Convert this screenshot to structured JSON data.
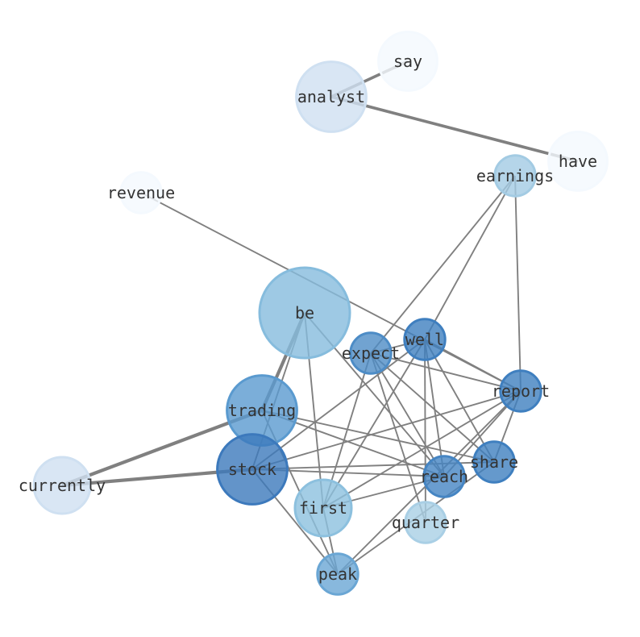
{
  "title": "Word co-occurrence network",
  "nodes": [
    {
      "id": "say",
      "label": "say",
      "color": "#f4f9fe",
      "size": 1.3
    },
    {
      "id": "analyst",
      "label": "analyst",
      "color": "#cfe0f1",
      "size": 1.55
    },
    {
      "id": "have",
      "label": "have",
      "color": "#f4f9fe",
      "size": 1.3
    },
    {
      "id": "earnings",
      "label": "earnings",
      "color": "#a3cbe3",
      "size": 0.9
    },
    {
      "id": "revenue",
      "label": "revenue",
      "color": "#f4f9fe",
      "size": 0.9
    },
    {
      "id": "be",
      "label": "be",
      "color": "#86bcdd",
      "size": 2.0
    },
    {
      "id": "expect",
      "label": "expect",
      "color": "#4d8cc6",
      "size": 0.9
    },
    {
      "id": "well",
      "label": "well",
      "color": "#3f7fbf",
      "size": 0.9
    },
    {
      "id": "report",
      "label": "report",
      "color": "#3f7fbf",
      "size": 0.9
    },
    {
      "id": "trading",
      "label": "trading",
      "color": "#5a9acf",
      "size": 1.55
    },
    {
      "id": "share",
      "label": "share",
      "color": "#3f7fbf",
      "size": 0.9
    },
    {
      "id": "stock",
      "label": "stock",
      "color": "#3c79bc",
      "size": 1.55
    },
    {
      "id": "reach",
      "label": "reach",
      "color": "#4585c3",
      "size": 0.9
    },
    {
      "id": "currently",
      "label": "currently",
      "color": "#cfe0f1",
      "size": 1.25
    },
    {
      "id": "first",
      "label": "first",
      "color": "#8cc0de",
      "size": 1.25
    },
    {
      "id": "quarter",
      "label": "quarter",
      "color": "#a9cfe5",
      "size": 0.9
    },
    {
      "id": "peak",
      "label": "peak",
      "color": "#6aa6d4",
      "size": 0.9
    }
  ],
  "edges": [
    [
      "analyst",
      "say",
      3
    ],
    [
      "analyst",
      "have",
      3
    ],
    [
      "revenue",
      "report",
      1
    ],
    [
      "earnings",
      "expect",
      1
    ],
    [
      "earnings",
      "well",
      1
    ],
    [
      "earnings",
      "report",
      1
    ],
    [
      "be",
      "trading",
      3.5
    ],
    [
      "be",
      "stock",
      1
    ],
    [
      "be",
      "first",
      1
    ],
    [
      "be",
      "reach",
      1
    ],
    [
      "currently",
      "trading",
      3.5
    ],
    [
      "currently",
      "stock",
      3.5
    ],
    [
      "trading",
      "share",
      1
    ],
    [
      "trading",
      "reach",
      1
    ],
    [
      "trading",
      "peak",
      1
    ],
    [
      "stock",
      "well",
      1
    ],
    [
      "stock",
      "report",
      1
    ],
    [
      "stock",
      "share",
      1
    ],
    [
      "stock",
      "reach",
      1
    ],
    [
      "stock",
      "peak",
      1
    ],
    [
      "expect",
      "first",
      1
    ],
    [
      "expect",
      "reach",
      1
    ],
    [
      "expect",
      "share",
      1
    ],
    [
      "expect",
      "quarter",
      1
    ],
    [
      "expect",
      "well",
      1
    ],
    [
      "expect",
      "report",
      1
    ],
    [
      "well",
      "first",
      1
    ],
    [
      "well",
      "reach",
      1
    ],
    [
      "well",
      "share",
      1
    ],
    [
      "well",
      "report",
      1
    ],
    [
      "well",
      "quarter",
      1
    ],
    [
      "report",
      "first",
      1
    ],
    [
      "report",
      "share",
      1
    ],
    [
      "report",
      "reach",
      1
    ],
    [
      "report",
      "peak",
      1
    ],
    [
      "share",
      "peak",
      1
    ],
    [
      "reach",
      "first",
      1
    ],
    [
      "first",
      "peak",
      1
    ]
  ]
}
